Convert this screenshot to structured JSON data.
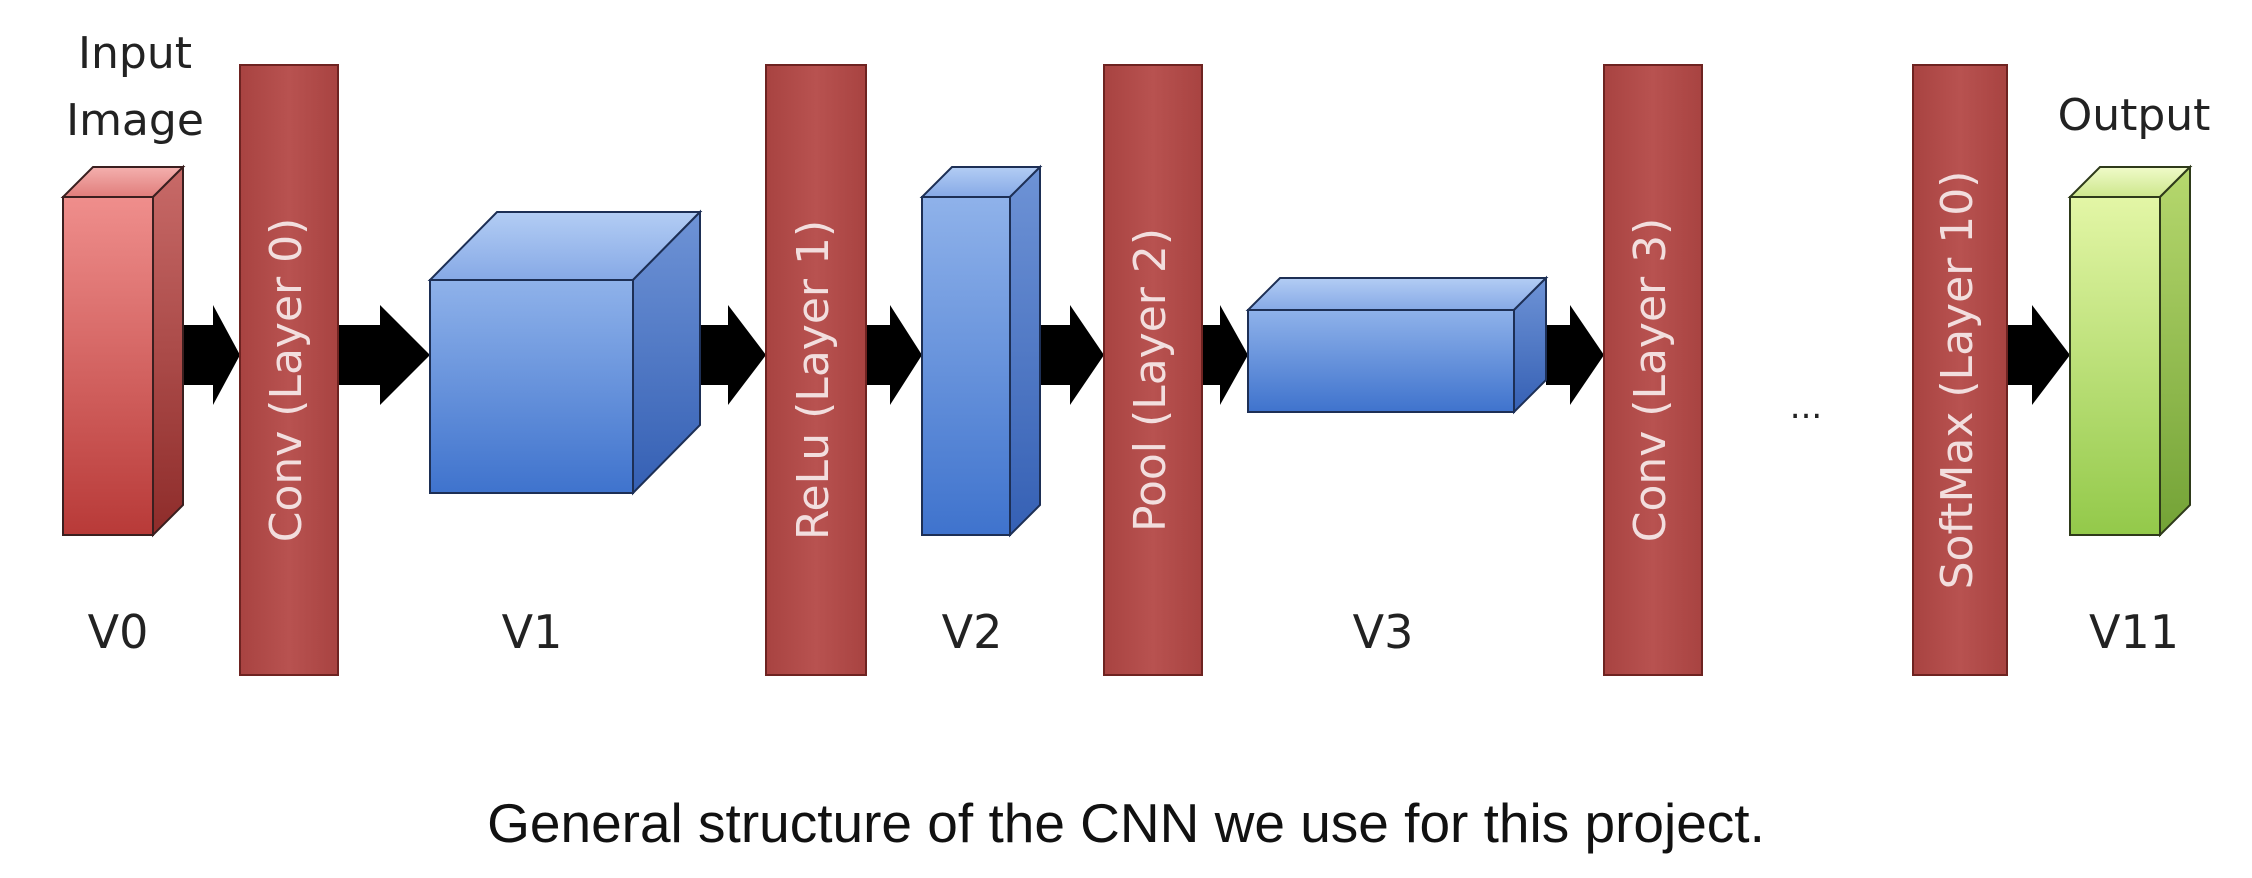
{
  "diagram": {
    "input_label": [
      "Input",
      "Image"
    ],
    "output_label": "Output",
    "volumes": {
      "v0": "V0",
      "v1": "V1",
      "v2": "V2",
      "v3": "V3",
      "v11": "V11"
    },
    "layers": {
      "conv0": "Conv (Layer 0)",
      "relu1": "ReLu (Layer 1)",
      "pool2": "Pool (Layer 2)",
      "conv3": "Conv (Layer 3)",
      "softmax10": "SoftMax (Layer 10)"
    },
    "ellipsis": "...",
    "caption": "General structure of the CNN we use for this project."
  },
  "colors": {
    "layer_fill": "#b14a48",
    "input_volume": "#d9605e",
    "hidden_volume": "#4f82d6",
    "output_volume": "#9fd24f",
    "arrow": "#000000"
  },
  "icons": {
    "arrow": "right-arrow-icon"
  }
}
